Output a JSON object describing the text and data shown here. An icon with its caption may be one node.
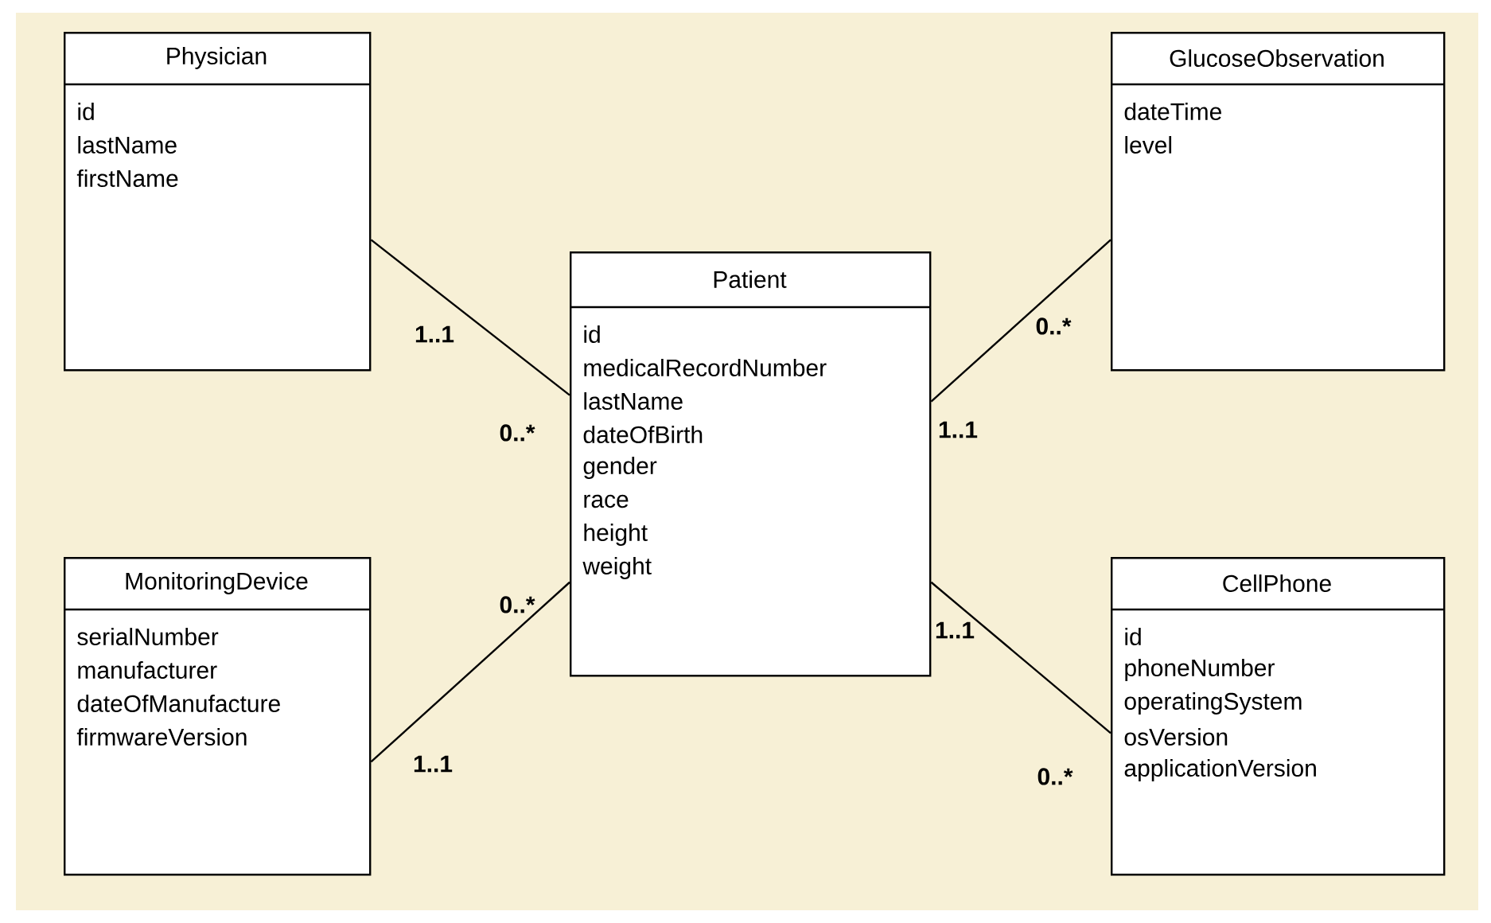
{
  "diagram": {
    "nodes": [
      {
        "text": [
          "Physician",
          "id",
          "lastName",
          "firstName"
        ]
      },
      {
        "text": [
          "GlucoseObservation",
          "dateTime",
          "level"
        ]
      },
      {
        "text": [
          "Patient",
          "id",
          "medicalRecordNumber",
          "lastName",
          "dateOfBirth",
          "gender",
          "race",
          "height",
          "weight"
        ]
      },
      {
        "text": [
          "MonitoringDevice",
          "serialNumber",
          "manufacturer",
          "dateOfManufacture",
          "firmwareVersion"
        ]
      },
      {
        "text": [
          "CellPhone",
          "id",
          "phoneNumber",
          "operatingSystem",
          "osVersion",
          "applicationVersion"
        ]
      }
    ],
    "edges": [
      {
        "from": 0,
        "to": 2,
        "arrow": "none"
      },
      {
        "from": 2,
        "to": 1,
        "arrow": "none"
      },
      {
        "from": 2,
        "to": 3,
        "arrow": "none"
      },
      {
        "from": 2,
        "to": 4,
        "arrow": "none"
      }
    ],
    "labels": [
      "0..*",
      "1..1",
      "1..1",
      "0..*",
      "1..1",
      "0..*",
      "1..1",
      "0..*"
    ]
  }
}
